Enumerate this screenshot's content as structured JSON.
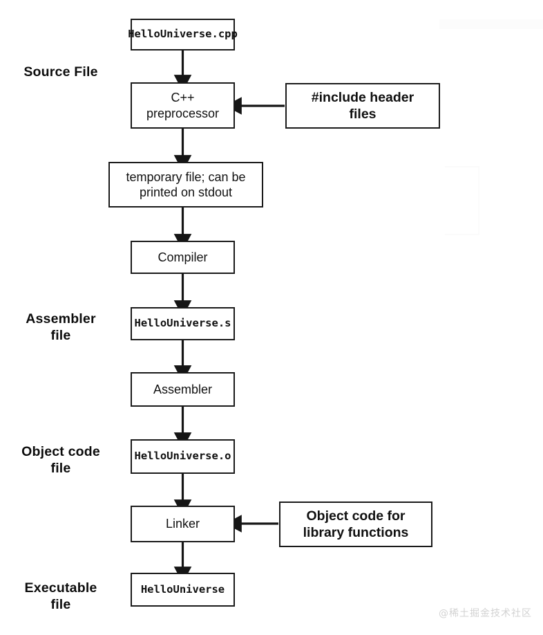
{
  "diagram": {
    "title": "C++ compilation pipeline",
    "background": "#ffffff",
    "stroke": "#1a1a1a",
    "watermark": "@稀土掘金技术社区",
    "side_labels": [
      {
        "id": "source-file",
        "text": "Source File"
      },
      {
        "id": "assembler-file",
        "text": "Assembler\nfile"
      },
      {
        "id": "object-code-file",
        "text": "Object code\nfile"
      },
      {
        "id": "executable-file",
        "text": "Executable\nfile"
      }
    ],
    "nodes": [
      {
        "id": "hellouniverse-cpp",
        "text": "HelloUniverse.cpp",
        "style": "mono"
      },
      {
        "id": "cpp-preprocessor",
        "text": "C++\npreprocessor",
        "style": "plain"
      },
      {
        "id": "include-header-files",
        "text": "#include header\nfiles",
        "style": "strong"
      },
      {
        "id": "temporary-file",
        "text": "temporary file; can be\nprinted on stdout",
        "style": "plain"
      },
      {
        "id": "compiler",
        "text": "Compiler",
        "style": "plain"
      },
      {
        "id": "hellouniverse-s",
        "text": "HelloUniverse.s",
        "style": "mono"
      },
      {
        "id": "assembler",
        "text": "Assembler",
        "style": "plain"
      },
      {
        "id": "hellouniverse-o",
        "text": "HelloUniverse.o",
        "style": "mono"
      },
      {
        "id": "linker",
        "text": "Linker",
        "style": "plain"
      },
      {
        "id": "object-code-library",
        "text": "Object code for\nlibrary functions",
        "style": "strong"
      },
      {
        "id": "hellouniverse",
        "text": "HelloUniverse",
        "style": "mono"
      }
    ],
    "edges": [
      {
        "id": "cpp-to-preprocessor",
        "from": "hellouniverse-cpp",
        "to": "cpp-preprocessor",
        "direction": "down"
      },
      {
        "id": "headers-to-preprocessor",
        "from": "include-header-files",
        "to": "cpp-preprocessor",
        "direction": "left"
      },
      {
        "id": "preprocessor-to-temp",
        "from": "cpp-preprocessor",
        "to": "temporary-file",
        "direction": "down"
      },
      {
        "id": "temp-to-compiler",
        "from": "temporary-file",
        "to": "compiler",
        "direction": "down"
      },
      {
        "id": "compiler-to-asm-file",
        "from": "compiler",
        "to": "hellouniverse-s",
        "direction": "down"
      },
      {
        "id": "asm-file-to-assembler",
        "from": "hellouniverse-s",
        "to": "assembler",
        "direction": "down"
      },
      {
        "id": "assembler-to-obj-file",
        "from": "assembler",
        "to": "hellouniverse-o",
        "direction": "down"
      },
      {
        "id": "obj-file-to-linker",
        "from": "hellouniverse-o",
        "to": "linker",
        "direction": "down"
      },
      {
        "id": "library-to-linker",
        "from": "object-code-library",
        "to": "linker",
        "direction": "left"
      },
      {
        "id": "linker-to-executable",
        "from": "linker",
        "to": "hellouniverse",
        "direction": "down"
      }
    ]
  }
}
